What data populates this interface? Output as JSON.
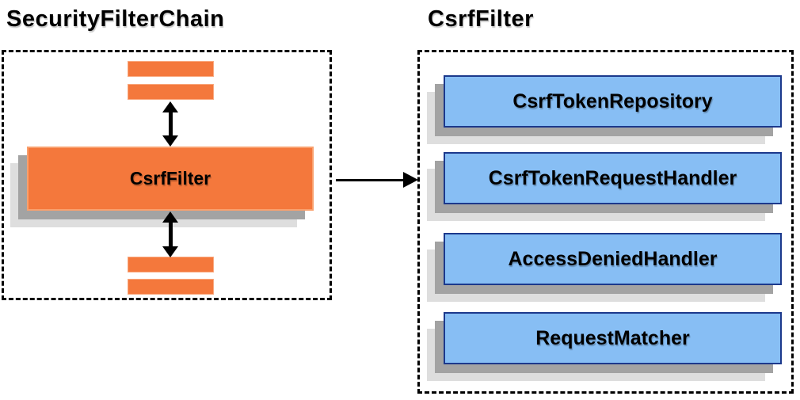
{
  "left_panel": {
    "title": "SecurityFilterChain",
    "csrf_filter_label": "CsrfFilter"
  },
  "right_panel": {
    "title": "CsrfFilter",
    "components": [
      {
        "label": "CsrfTokenRepository"
      },
      {
        "label": "CsrfTokenRequestHandler"
      },
      {
        "label": "AccessDeniedHandler"
      },
      {
        "label": "RequestMatcher"
      }
    ]
  },
  "colors": {
    "orange_fill": "#f4783c",
    "orange_border": "#f9a06e",
    "blue_fill": "#87bef4",
    "blue_border": "#1c398c",
    "shadow_mid": "#a3a3a3",
    "shadow_light": "#dedede",
    "text": "#000000",
    "background": "#ffffff"
  }
}
